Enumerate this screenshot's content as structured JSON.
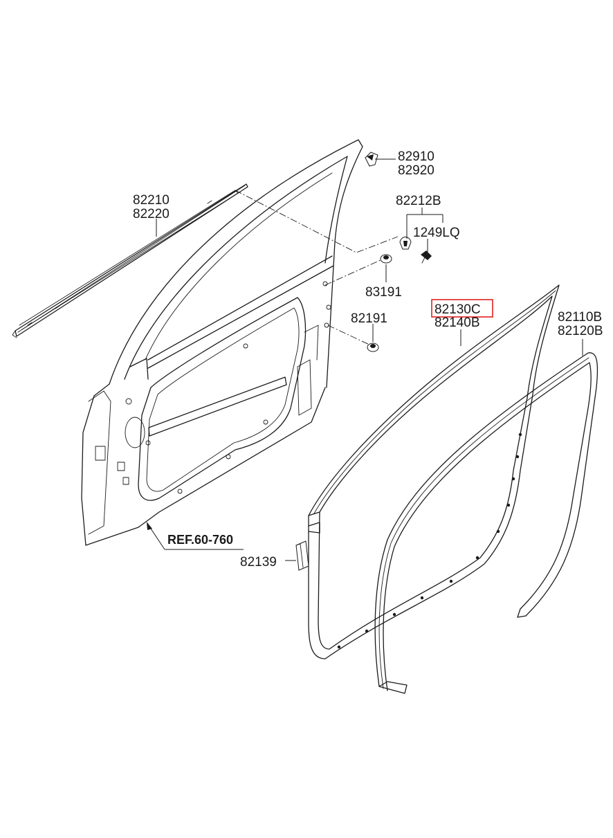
{
  "callouts": {
    "bracket_top_a": "82910",
    "bracket_top_b": "82920",
    "belt_molding_a": "82210",
    "belt_molding_b": "82220",
    "clip_a": "82212B",
    "screw": "1249LQ",
    "plug_upper": "83191",
    "plug_lower": "82191",
    "seal_inner_a": "82130C",
    "seal_inner_b": "82140B",
    "seal_outer_a": "82110B",
    "seal_outer_b": "82120B",
    "reference": "REF.60-760",
    "pad": "82139"
  },
  "colors": {
    "line": "#1a1a1a",
    "highlight": "#e02020",
    "background": "#ffffff"
  },
  "highlighted_callout": "82130C"
}
